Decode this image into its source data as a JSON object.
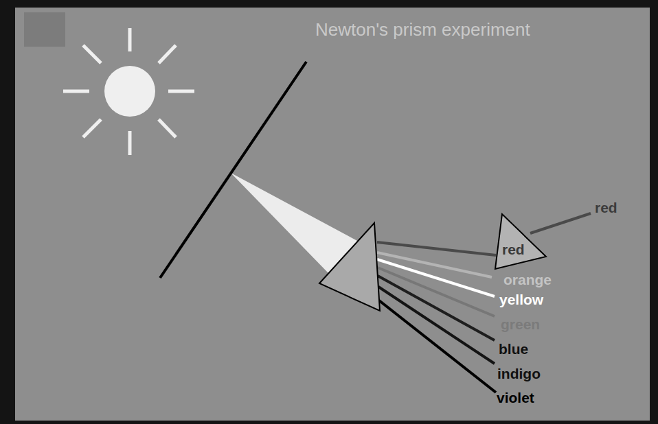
{
  "diagram": {
    "title": "Newton's prism experiment",
    "nodes": [
      {
        "text": [
          "red"
        ]
      }
    ],
    "labels": [
      "red",
      "orange",
      "yellow",
      "green",
      "blue",
      "indigo",
      "violet"
    ]
  }
}
